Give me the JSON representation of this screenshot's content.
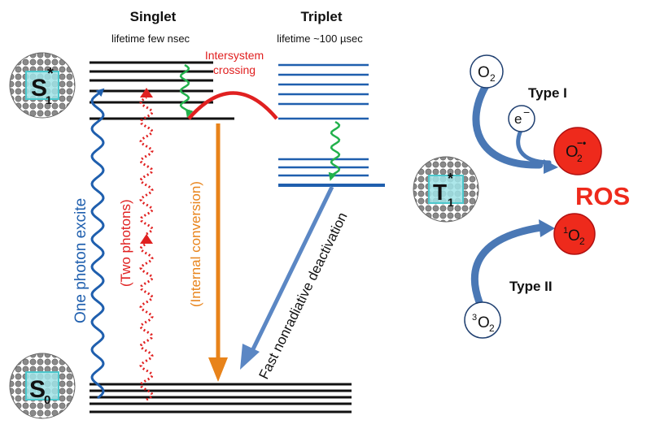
{
  "headers": {
    "singlet": "Singlet",
    "singlet_lifetime": "lifetime few nsec",
    "triplet": "Triplet",
    "triplet_lifetime": "lifetime ~100 µsec"
  },
  "labels": {
    "isc_line1": "Intersystem",
    "isc_line2": "crossing",
    "one_photon": "One photon excite",
    "two_photons": "(Two photons)",
    "internal_conversion": "(Internal conversion)",
    "fast_nonradiative": "Fast nonradiative deactivation",
    "ros": "ROS",
    "type_one": "Type I",
    "type_two": "Type II"
  },
  "molecules": {
    "s1": {
      "main": "S",
      "sub": "1",
      "sup": "*"
    },
    "s0": {
      "main": "S",
      "sub": "0"
    },
    "t1": {
      "main": "T",
      "sub": "1",
      "sup": "*"
    }
  },
  "species": {
    "o2_main": "O",
    "o2_sub": "2",
    "electron_main": "e",
    "electron_sup": "−",
    "superoxide_main": "O",
    "superoxide_sub": "2",
    "superoxide_sup": "−•",
    "singlet_o2_pre": "1",
    "singlet_o2_main": "O",
    "singlet_o2_sub": "2",
    "triplet_o2_pre": "3",
    "triplet_o2_main": "O",
    "triplet_o2_sub": "2"
  },
  "colors": {
    "one_photon": "#1f5fae",
    "two_photons": "#e02020",
    "internal_conversion": "#e8831a",
    "nonradiative": "#5b87c4",
    "isc": "#e02020",
    "relax": "#22b14c",
    "triplet_levels": "#1f5fae",
    "ros_red": "#ee2a1c",
    "ros_arrow": "#4a78b5"
  }
}
